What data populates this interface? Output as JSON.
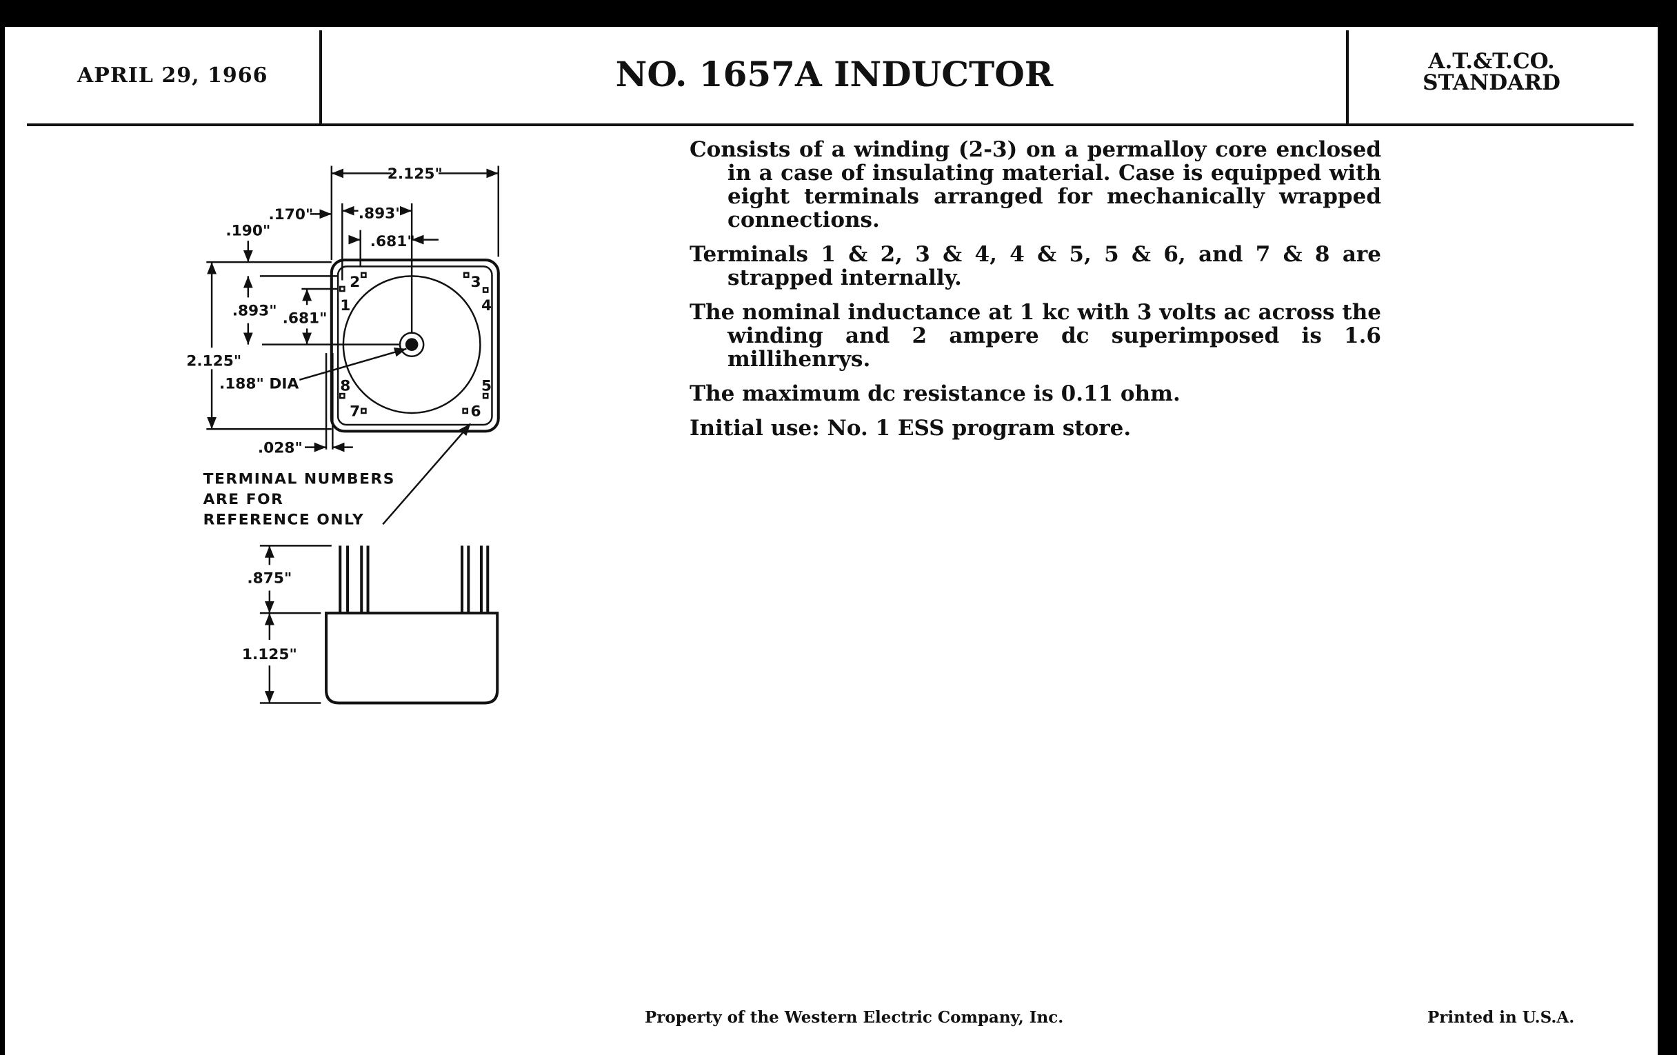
{
  "header": {
    "date": "APRIL 29, 1966",
    "title": "NO. 1657A INDUCTOR",
    "standard_line1": "A.T.&T.CO.",
    "standard_line2": "STANDARD"
  },
  "description": [
    "Consists of a winding (2-3) on a permalloy core enclosed in a case of insulating material.  Case is equipped with eight terminals arranged for mechanically wrapped connections.",
    "Terminals 1 & 2, 3 & 4, 4 & 5, 5 & 6, and 7 & 8 are strapped internally.",
    "The nominal inductance at 1 kc with 3 volts ac across the winding and 2 ampere dc superimposed is 1.6 millihenrys.",
    "The maximum dc resistance is 0.11 ohm.",
    "Initial use: No. 1 ESS program store."
  ],
  "drawing": {
    "dims": {
      "width": "2.125\"",
      "height": "2.125\"",
      "top_893": ".893\"",
      "top_681": ".681\"",
      "left_893": ".893\"",
      "left_681": ".681\"",
      "d170": ".170\"",
      "d190": ".190\"",
      "dia": ".188\" DIA",
      "d028": ".028\"",
      "pin_height": ".875\"",
      "case_height": "1.125\""
    },
    "terminals": [
      "1",
      "2",
      "3",
      "4",
      "5",
      "6",
      "7",
      "8"
    ],
    "note_line1": "TERMINAL NUMBERS",
    "note_line2": "ARE FOR",
    "note_line3": "REFERENCE ONLY"
  },
  "footer": {
    "property": "Property of the Western Electric Company, Inc.",
    "printed": "Printed in U.S.A."
  }
}
